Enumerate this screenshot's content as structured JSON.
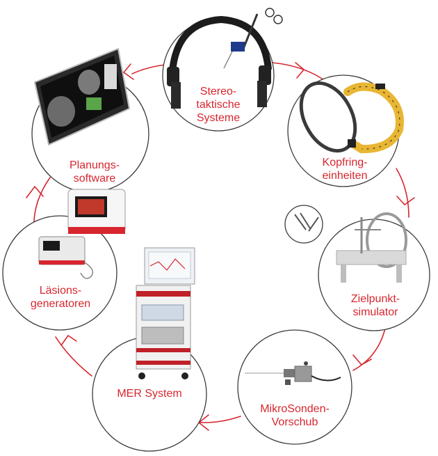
{
  "accent_color": "#d7262e",
  "nodes": [
    {
      "id": "stereotaktische-systeme",
      "lines": [
        "Stereo-",
        "taktische",
        "Systeme"
      ]
    },
    {
      "id": "kopfringeinheiten",
      "lines": [
        "Kopfring-",
        "einheiten"
      ]
    },
    {
      "id": "zielpunktsimulator",
      "lines": [
        "Zielpunkt-",
        "simulator"
      ]
    },
    {
      "id": "mikrosonden-vorschub",
      "lines": [
        "MikroSonden-",
        "Vorschub"
      ]
    },
    {
      "id": "mer-system",
      "lines": [
        "MER System"
      ]
    },
    {
      "id": "laesionsgeneratoren",
      "lines": [
        "Läsions-",
        "generatoren"
      ]
    },
    {
      "id": "planungssoftware",
      "lines": [
        "Planungs-",
        "software"
      ]
    }
  ]
}
